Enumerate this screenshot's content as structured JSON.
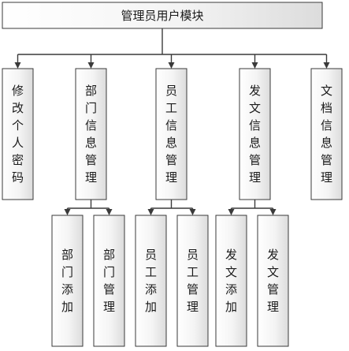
{
  "diagram": {
    "root": "管理员用户模块",
    "modules": [
      {
        "id": "modify-password",
        "label": "修改个人密码"
      },
      {
        "id": "department-info",
        "label": "部门信息管理"
      },
      {
        "id": "employee-info",
        "label": "员工信息管理"
      },
      {
        "id": "document-issue-info",
        "label": "发文信息管理"
      },
      {
        "id": "document-info",
        "label": "文档信息管理"
      }
    ],
    "submodules": [
      {
        "id": "department-add",
        "parent": "department-info",
        "label": "部门添加"
      },
      {
        "id": "department-manage",
        "parent": "department-info",
        "label": "部门管理"
      },
      {
        "id": "employee-add",
        "parent": "employee-info",
        "label": "员工添加"
      },
      {
        "id": "employee-manage",
        "parent": "employee-info",
        "label": "员工管理"
      },
      {
        "id": "document-issue-add",
        "parent": "document-issue-info",
        "label": "发文添加"
      },
      {
        "id": "document-issue-manage",
        "parent": "document-issue-info",
        "label": "发文管理"
      }
    ]
  }
}
